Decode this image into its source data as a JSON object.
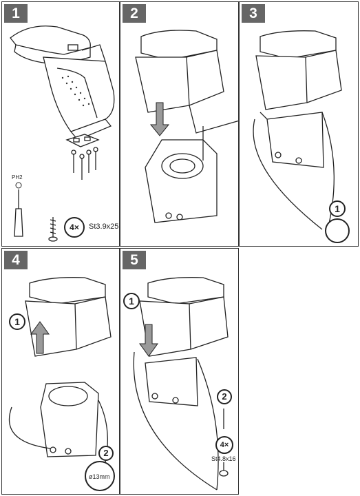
{
  "panels": [
    {
      "number": "1"
    },
    {
      "number": "2"
    },
    {
      "number": "3"
    },
    {
      "number": "4"
    },
    {
      "number": "5"
    }
  ],
  "step1": {
    "screwdriver_label": "PH2",
    "count": "4×",
    "screw_spec": "St3.9x25"
  },
  "step3": {
    "callout": "1"
  },
  "step4": {
    "callout_1": "1",
    "callout_2": "2",
    "drill_size": "ø13mm"
  },
  "step5": {
    "callout_1": "1",
    "callout_2": "2",
    "count": "4×",
    "screw_spec": "St4.8x16"
  },
  "colors": {
    "badge": "#666666",
    "line": "#222222",
    "arrow_fill": "#9a9a9a"
  }
}
